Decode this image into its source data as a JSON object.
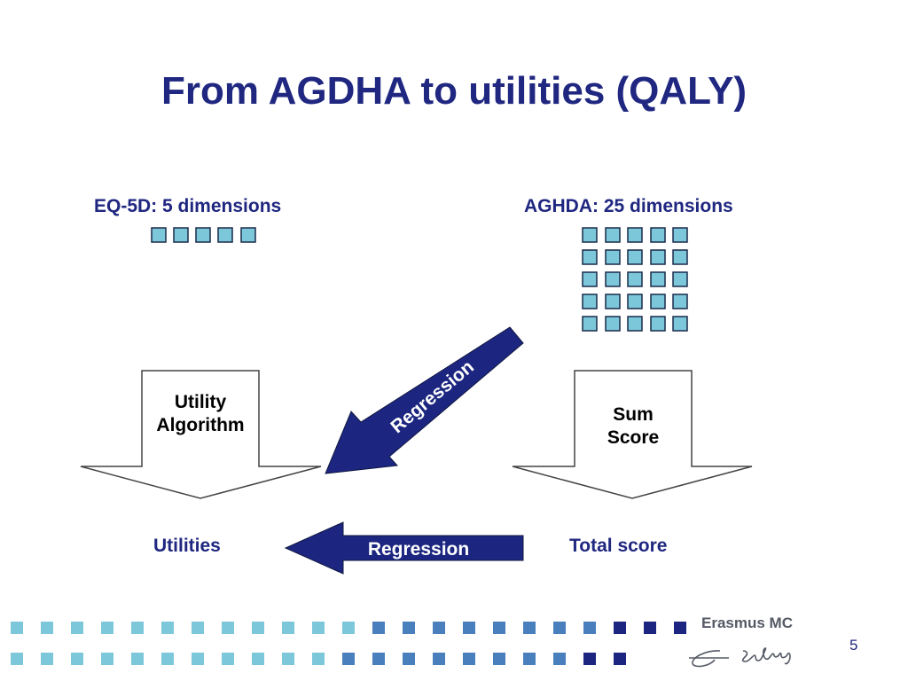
{
  "title": "From AGDHA to utilities (QALY)",
  "left": {
    "heading": "EQ-5D: 5 dimensions",
    "box_line1": "Utility",
    "box_line2": "Algorithm",
    "output": "Utilities"
  },
  "right": {
    "heading": "AGHDA: 25 dimensions",
    "box_line1": "Sum",
    "box_line2": "Score",
    "output": "Total score"
  },
  "arrows": {
    "diagonal_label": "Regression",
    "horizontal_label": "Regression"
  },
  "footer": {
    "logo_text": "Erasmus MC",
    "page_number": "5"
  },
  "colors": {
    "title": "#1f2780",
    "square_fill": "#7cc8da",
    "arrow_fill": "#1c2680"
  }
}
